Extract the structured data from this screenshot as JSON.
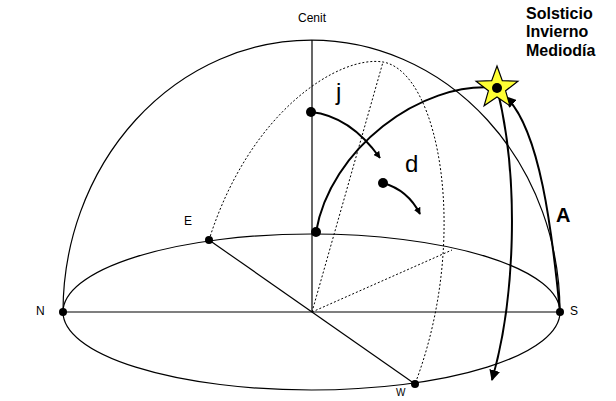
{
  "diagram": {
    "labels": [
      "Cenit",
      "Solsticio Invierno Mediodía",
      "j",
      "d",
      "A",
      "E",
      "N",
      "S",
      "W"
    ]
  }
}
